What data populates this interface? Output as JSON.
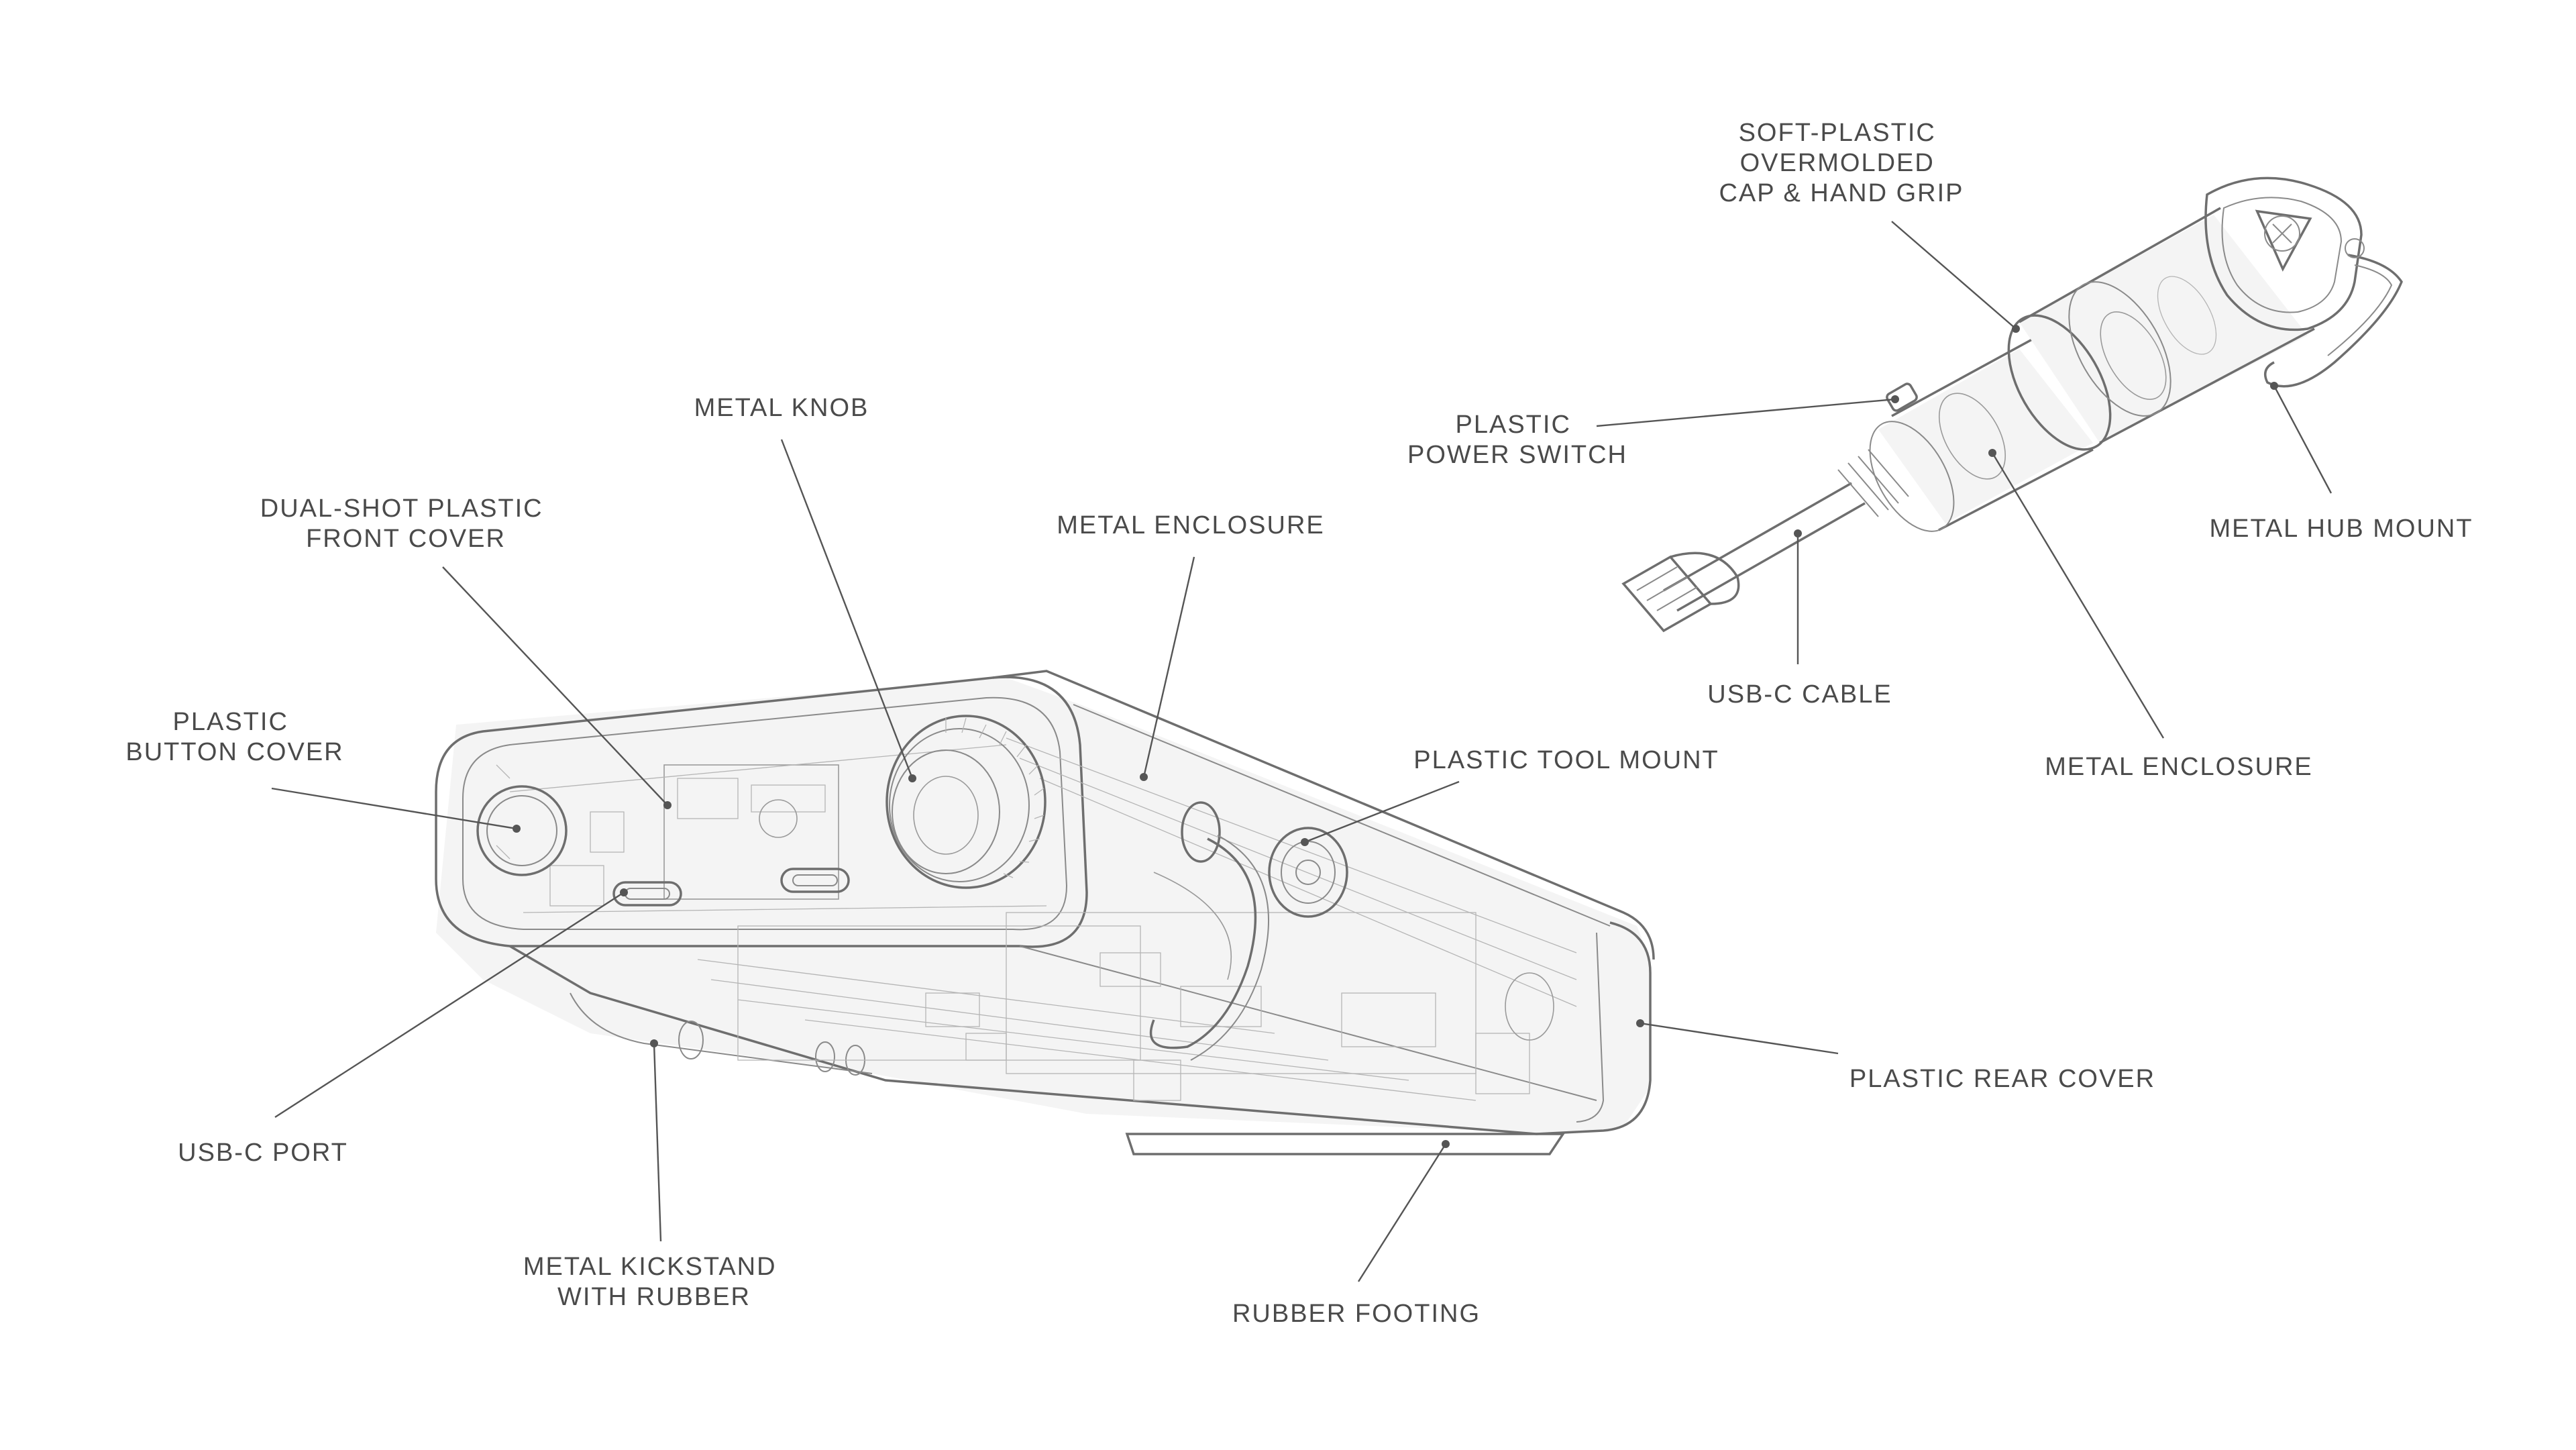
{
  "diagram": {
    "labels": {
      "metal_knob": [
        "METAL KNOB"
      ],
      "front_cover": [
        "DUAL-SHOT PLASTIC",
        "FRONT COVER"
      ],
      "button_cover": [
        "PLASTIC",
        "BUTTON COVER"
      ],
      "enclosure_main": [
        "METAL ENCLOSURE"
      ],
      "tool_mount": [
        "PLASTIC TOOL MOUNT"
      ],
      "rear_cover": [
        "PLASTIC REAR COVER"
      ],
      "usbc_port": [
        "USB-C PORT"
      ],
      "kickstand": [
        "METAL KICKSTAND",
        "WITH RUBBER"
      ],
      "rubber_footing": [
        "RUBBER FOOTING"
      ],
      "grip": [
        "SOFT-PLASTIC",
        "OVERMOLDED",
        "CAP & HAND GRIP"
      ],
      "power_switch": [
        "PLASTIC",
        "POWER SWITCH"
      ],
      "hub_mount": [
        "METAL HUB MOUNT"
      ],
      "usbc_cable": [
        "USB-C CABLE"
      ],
      "enclosure_tool": [
        "METAL ENCLOSURE"
      ]
    }
  }
}
